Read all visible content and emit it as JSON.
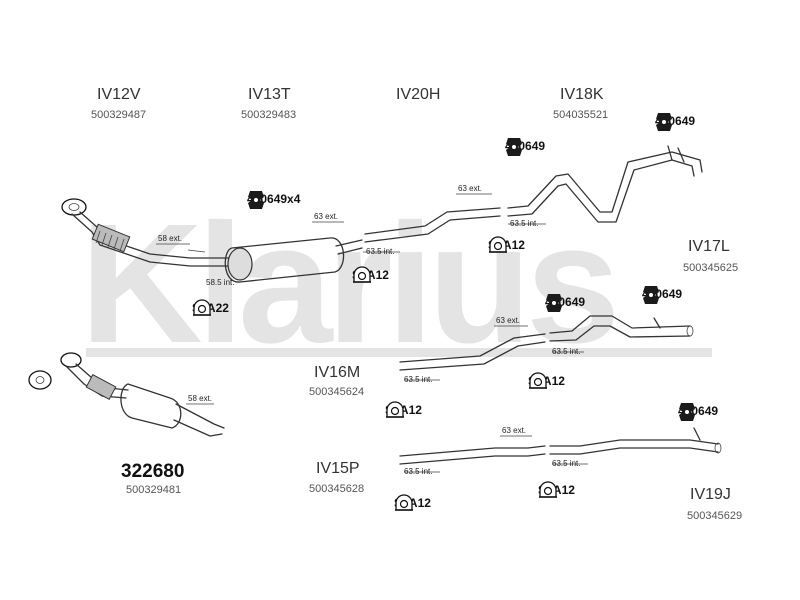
{
  "watermark": "Klarius",
  "codes": {
    "iv12v": "IV12V",
    "iv13t": "IV13T",
    "iv20h": "IV20H",
    "iv18k": "IV18K",
    "iv17l": "IV17L",
    "iv16m": "IV16M",
    "iv15p": "IV15P",
    "iv19j": "IV19J"
  },
  "part_numbers": {
    "iv12v": "500329487",
    "iv13t": "500329483",
    "iv18k": "504035521",
    "iv17l": "500345625",
    "iv16m": "500345624",
    "iv15p": "500345628",
    "iv19j": "500345629",
    "kit": "500329481"
  },
  "kit_number": "322680",
  "mounts": {
    "m1": "420649x4",
    "m2": "420649",
    "m3": "420649",
    "m4": "420649",
    "m5": "420649",
    "m6": "420649"
  },
  "clamps": {
    "c1": "SYA22",
    "c2": "SYA12",
    "c3": "SYA12",
    "c4": "SYA12",
    "c5": "SYA12",
    "c6": "SYA12",
    "c7": "SYA12"
  },
  "dims": {
    "d1": "58 ext.",
    "d2": "58.5 int.",
    "d3": "63 ext.",
    "d4": "63.5 int.",
    "d5": "63 ext.",
    "d6": "63.5 int.",
    "d7": "63 ext.",
    "d8": "63.5 int.",
    "d9": "63.5 int.",
    "d10": "58 ext.",
    "d11": "63 ext.",
    "d12": "63.5 int.",
    "d13": "63.5 int."
  },
  "colors": {
    "watermark": "#e4e4e4",
    "lines": "#333333",
    "mount": "#1b1b1b"
  }
}
